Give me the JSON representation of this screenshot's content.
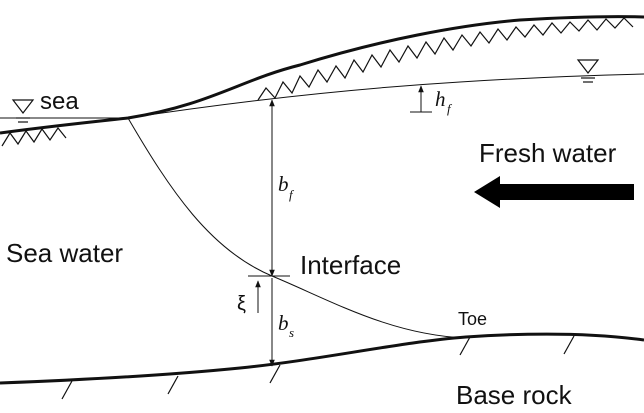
{
  "labels": {
    "sea": "sea",
    "fresh_water": "Fresh water",
    "sea_water": "Sea water",
    "interface": "Interface",
    "toe": "Toe",
    "base_rock": "Base rock",
    "xi": "ξ",
    "h": "h",
    "h_sub": "f",
    "bf": "b",
    "bf_sub": "f",
    "bs": "b",
    "bs_sub": "s"
  },
  "colors": {
    "line": "#111111",
    "arrow": "#000000"
  },
  "icons": {
    "water_level": "inverted-triangle-water-table-icon",
    "flow": "left-arrow-icon"
  }
}
